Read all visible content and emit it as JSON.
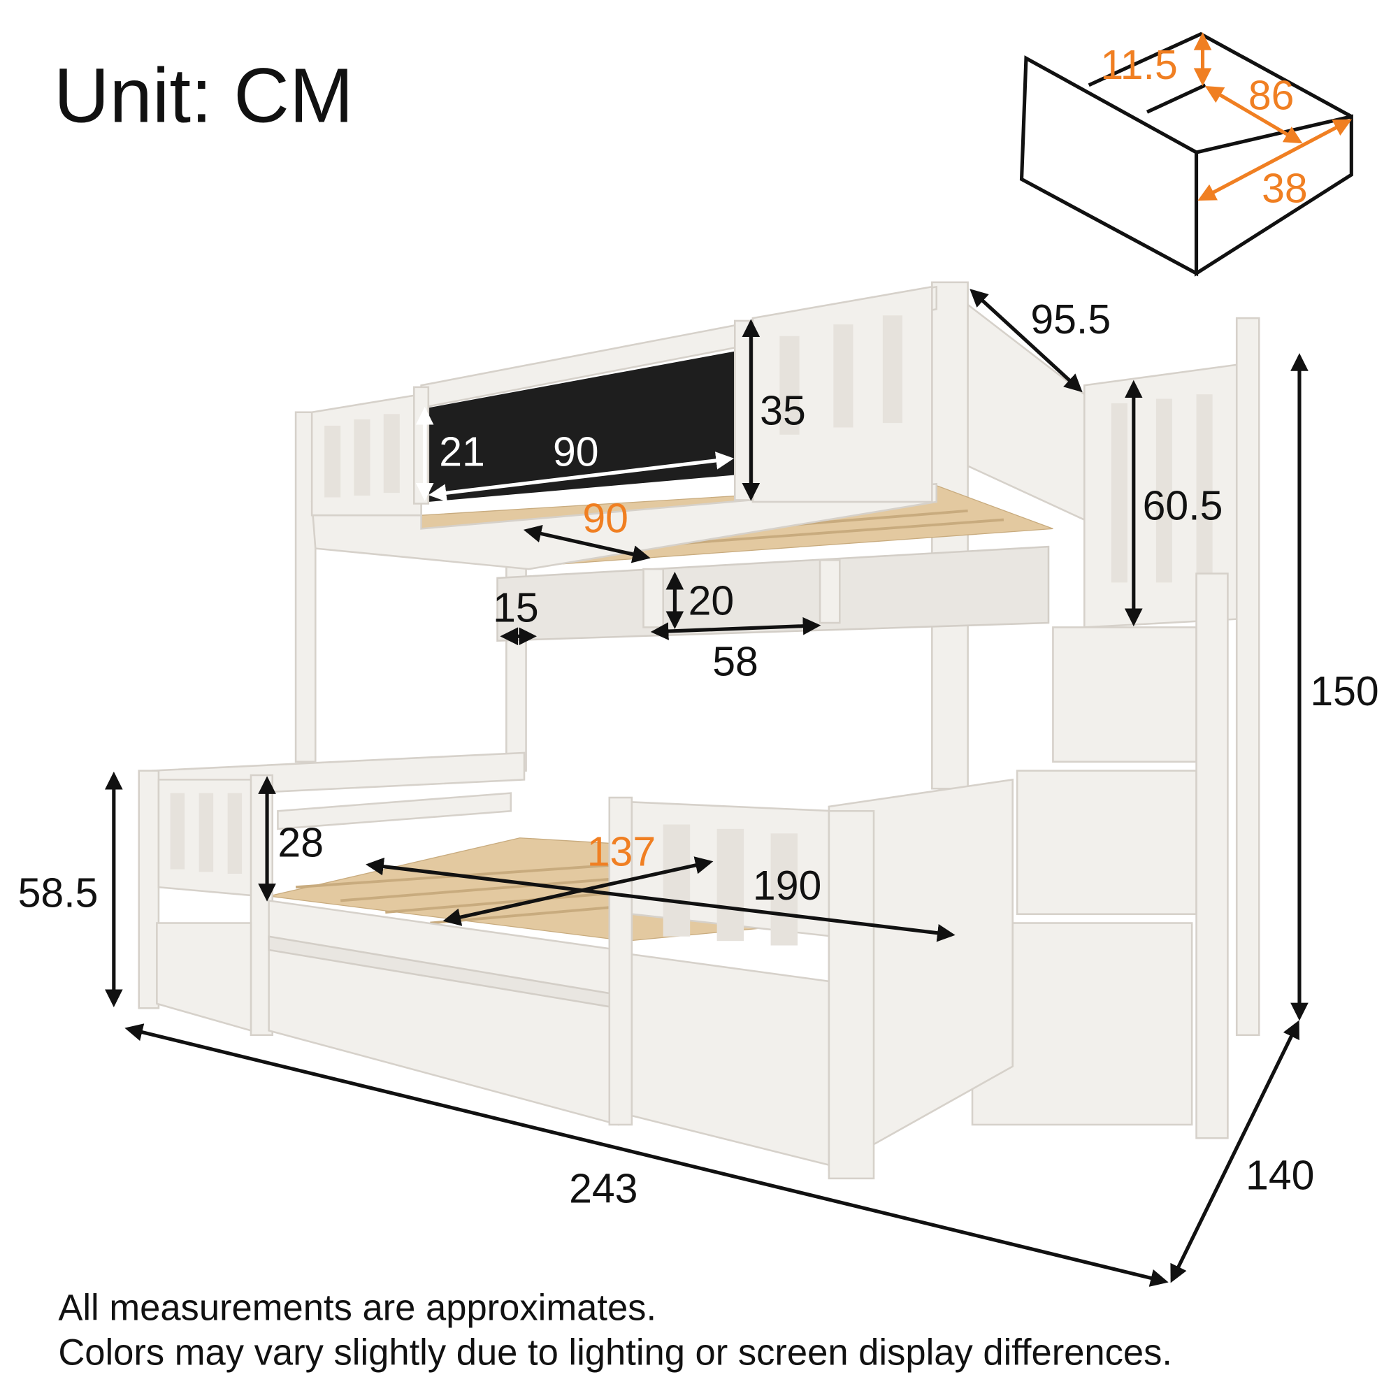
{
  "title": "Unit: CM",
  "drawer_dims": {
    "height": "11.5",
    "depth": "86",
    "width": "38"
  },
  "dimensions": {
    "upper_guard_depth": "95.5",
    "upper_guard_height": "35",
    "blackboard_height": "21",
    "blackboard_width": "90",
    "upper_mattress_width": "90",
    "stair_rail_height": "60.5",
    "shelf_depth": "15",
    "shelf_height": "20",
    "shelf_width": "58",
    "total_height": "150",
    "lower_guard_height": "28",
    "lower_mattress_width": "137",
    "lower_mattress_length": "190",
    "lower_bed_height": "58.5",
    "total_length": "243",
    "total_width": "140"
  },
  "colors": {
    "accent": "#f07f22",
    "wood": "#f2f0ec",
    "blackboard": "#1e1e1e"
  },
  "footer": {
    "line1": "All measurements are approximates.",
    "line2": "Colors may vary slightly due to lighting or screen display differences."
  }
}
